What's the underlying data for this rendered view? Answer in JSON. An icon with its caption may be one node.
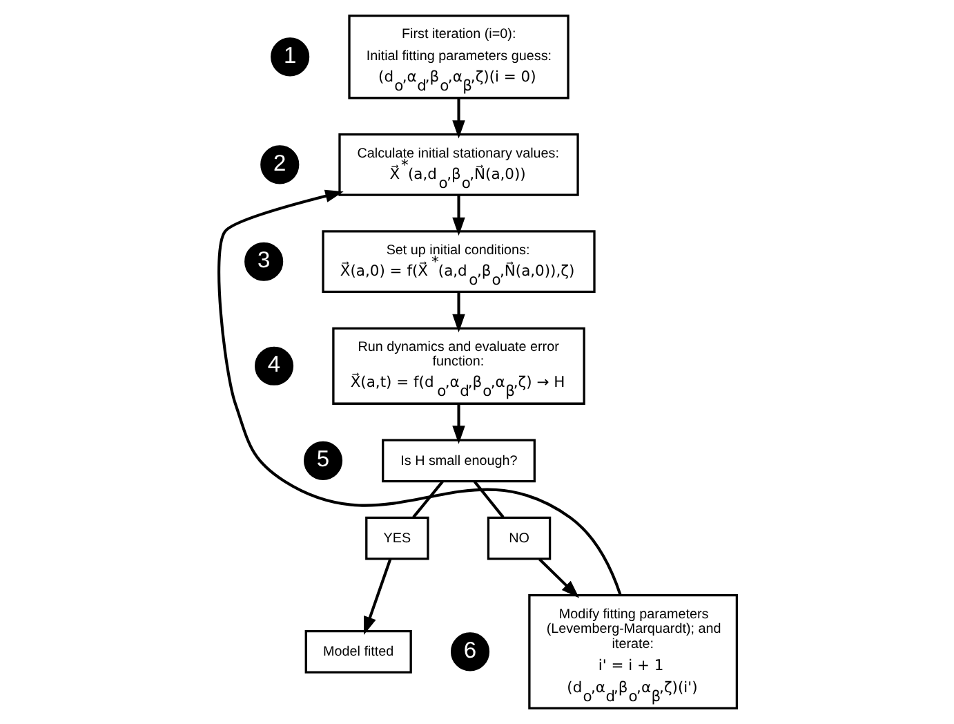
{
  "diagram": {
    "nodes": [
      {
        "text": [
          "First iteration (i=0):",
          "Initial fitting parameters guess:",
          "(d$_{o}$,α$_{d}$,β$_{o}$,α$_{β}$,ζ)(i = 0)"
        ],
        "beside": [
          "1"
        ]
      },
      {
        "text": [
          "Calculate initial stationary values:",
          "X⃗$^{*}$(a,d$_{o}$,β$_{o}$,N⃗(a,0))"
        ],
        "beside": [
          "2"
        ]
      },
      {
        "text": [
          "Set up initial conditions:",
          "X⃗(a,0) = f(X⃗$^{*}$(a,d$_{o}$,β$_{o}$,N⃗(a,0)),ζ)"
        ],
        "beside": [
          "3"
        ]
      },
      {
        "text": [
          "Run dynamics and evaluate error function:",
          "X⃗(a,t) = f(d$_{o}$,α$_{d}$,β$_{o}$,α$_{β}$,ζ) → H"
        ],
        "beside": [
          "4"
        ]
      },
      {
        "text": [
          "Is H small enough?"
        ],
        "beside": [
          "5"
        ]
      },
      {
        "text": [
          "NO"
        ]
      },
      {
        "text": [
          "Modify fitting parameters (Levemberg-Marquardt); and iterate:",
          "i' = i + 1",
          "(d$_{o}$,α$_{d}$,β$_{o}$,α$_{β}$,ζ)(i')"
        ],
        "beside": [
          "6"
        ]
      },
      {
        "text": [
          "YES"
        ]
      },
      {
        "text": [
          "Model fitted"
        ]
      }
    ],
    "edges": [
      {
        "from": 0,
        "to": 1,
        "arrow": "to"
      },
      {
        "from": 1,
        "to": 2,
        "arrow": "to"
      },
      {
        "from": 2,
        "to": 3,
        "arrow": "to"
      },
      {
        "from": 3,
        "to": 4,
        "arrow": "to"
      },
      {
        "from": 4,
        "to": 5,
        "arrow": "none"
      },
      {
        "from": 5,
        "to": 6,
        "arrow": "to"
      },
      {
        "from": 6,
        "to": 1,
        "arrow": "to"
      },
      {
        "from": 4,
        "to": 7,
        "arrow": "none"
      },
      {
        "from": 7,
        "to": 8,
        "arrow": "to"
      }
    ]
  }
}
